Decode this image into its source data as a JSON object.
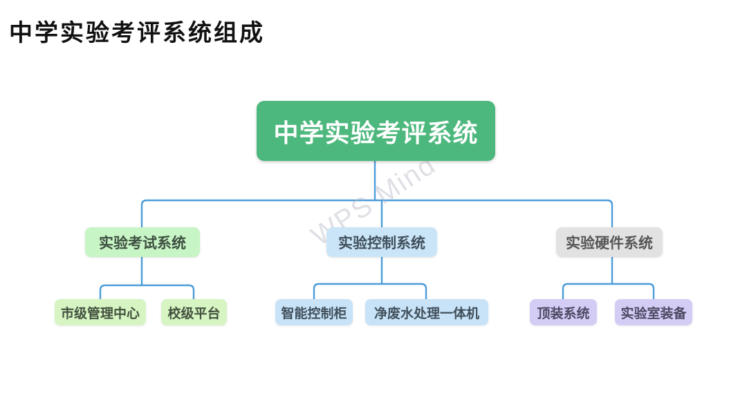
{
  "page_title": "中学实验考评系统组成",
  "watermark": "WPS Mind",
  "colors": {
    "root_bg": "#4db87d",
    "root_text": "#ffffff",
    "connector": "#4a9cda",
    "branch_exam_bg": "#c8f5c5",
    "branch_control_bg": "#cbe5f8",
    "branch_hardware_bg": "#e2e2e2",
    "leaf_exam_bg": "#d6f5c3",
    "leaf_control_bg": "#c8e3f7",
    "leaf_hardware_bg": "#d3ccf5",
    "title_text": "#111111"
  },
  "diagram": {
    "root": {
      "label": "中学实验考评系统"
    },
    "branches": [
      {
        "label": "实验考试系统",
        "children": [
          {
            "label": "市级管理中心"
          },
          {
            "label": "校级平台"
          }
        ]
      },
      {
        "label": "实验控制系统",
        "children": [
          {
            "label": "智能控制柜"
          },
          {
            "label": "净废水处理一体机"
          }
        ]
      },
      {
        "label": "实验硬件系统",
        "children": [
          {
            "label": "顶装系统"
          },
          {
            "label": "实验室装备"
          }
        ]
      }
    ]
  }
}
